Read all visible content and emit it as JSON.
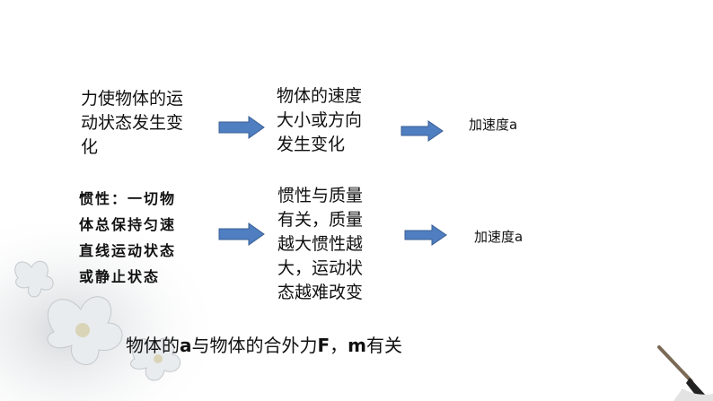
{
  "row1": {
    "cause": "力使物体的运\n动状态发生变\n化",
    "middle": "物体的速度\n大小或方向\n发生变化",
    "result": "加速度a"
  },
  "row2": {
    "cause": "惯性：一切物\n体总保持匀速\n直线运动状态\n或静止状态",
    "middle": "惯性与质量\n有关，质量\n越大惯性越\n大，运动状\n态越难改变",
    "result": "加速度a"
  },
  "conclusion": {
    "part1": "物体的",
    "a": "a",
    "part2": "与物体的合外力",
    "F": "F",
    "part3": "，",
    "m": "m",
    "part4": "有关"
  },
  "colors": {
    "arrow_fill": "#4f7ec1",
    "arrow_stroke": "#3a5f94"
  },
  "icons": [
    "right-arrow-icon",
    "flower-decoration",
    "brush-decoration"
  ]
}
